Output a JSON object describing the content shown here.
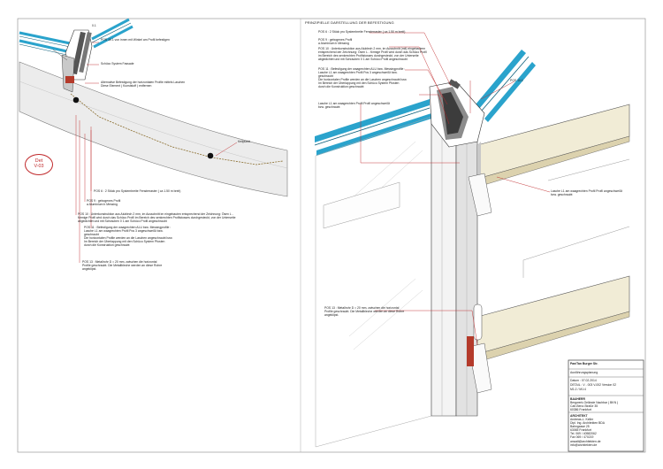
{
  "left_detail": {
    "label_01": "0.1",
    "pos_10_1": "POS 10.1   von innen mit Winkel am Profil befestigen",
    "facade_system": "Schüco System  Fassade",
    "fastening_note": "Alternative Befestigung der horizontalen Profile mittels Laschen\nDiese Element ( Kunststoff ) entfernen",
    "keilpunkt": "Keilpunkt",
    "badge_line1": "Det",
    "badge_line2": "V-03"
  },
  "left_notes": {
    "pos_6": "POS 6 :    2 Stück pro Systembreite Fensterraster ( ca 1.50 m breit)",
    "pos_9": "POS 9 :    gebogenes Profil\n       a Aluminium   b  Messing",
    "pos_10": "POS 10 :    Unterkonstruktion aus Alublech  2 mm, im Ausschnitt im eingebauten entsprechend  der Zeichnung: Ösen L -\n  förmige Profil wird durch das Schüco Profil  im Bereich des senkrechten Profilstosses durchgesteckt, von der Unterseite\n  abgedichtet und mit Schrauben 0 1     am Schüco Profil angeschraubt",
    "pos_11": "POS 11 :    Befestigung  der waagrechten ALU bzw. Messingprofile :\n  Lasche L1  am waagrechten Profil Pos 3  angeschweißt  bzw.\n  geschraubt\n  Die horizontalen Profile werden an die Laschen angeschraubt  bzw.\n  Im Bereich der  Überlappung mit den Schüco System Pfosten\n  durch die Konstruktion  geschraubt",
    "pos_13": "POS 13 :    Metallrohr  D  =  20 mm,   zwischen die horizontal\n  Profile geschraubt. Die Metallbleche  werden an diese Rohre\n  angeklipst."
  },
  "right_notes": {
    "heading": "PRINZIPIELLE DARSTELLUNG DER BEFESTIGUNG",
    "pos_6": "POS 6 :    2 Stück  pro Systembreite Fensterraster  ( ca 1.50 m breit)",
    "pos_9": "POS 9 :    gebogenes Profil\n        a Aluminium   b  Messing",
    "pos_10": "POS 10 :    Unterkonstruktion aus Alublech  2 mm, im Ausschnitt (mit) eingebautem\n  entsprechend  der Zeichnung: Ösen  L - förmige Profil wird durch das Schüco Profil\n  im Bereich des senkrechten Profilstosses  durchgesteckt, von der Unterseite\n  abgedichtet und mit Schrauben 0 1     am Schüco Profil angeschraubt",
    "pos_11": "POS 11 :    Befestigung  der waagrechten ALU bzw. Messingprofile :\n  Lasche L1  am waagrechten Profil Pos 3  angeschweißt  bzw.\n  geschraubt\n  Die horizontalen Profile werden an die Laschen angeschraubt  bzw.\n  Im Bereich der  Überlappung mit den Schüco System Pfosten\n  durch die Konstruktion  geschraubt",
    "pos_10_1": "POS 10.1",
    "lasche_top": "Lasche L1  am waagrechten Profil  Profil angeschweißt\nbzw. geschraubt",
    "lasche_mid": "Lasche L1  am waagrechten Profil  Profil angeschweißt\nbzw. geschraubt",
    "pos_13": "POS 13 :    Metallrohr  D  =  20 mm,   zwischen die horizontal\n  Profile geschraubt. Die Metallbleche  werden an diese Rohre\n  angeklipst."
  },
  "title_block": {
    "office": "Pan/Tan Burger Str.",
    "plan_title": "Ausführungsplanung",
    "date": "Datum :  07.02.2014",
    "detail": "DETAIL :  V - 003      V-002     Version 02",
    "scale": "M1:2 / M1:4",
    "client_head": "BAUHERR",
    "client": "Bergwerk-Gelände Nachbar ( BKN )\nCarl-Benz-Straße 35\n60386 Frankfurt",
    "architect_head": "ARCHITEKT",
    "architect": "Andreas-L. Keller\nDipl. Ing. Architekten BDA\nBahngasse 25\n63065 Frankfurt\nTel. 069 / 40582062\nFax 069 / 470219\nanwalt@architekten.de\ninfo@architekten.de"
  },
  "colors": {
    "glass_blue": "#2aa3cc",
    "leader_red": "#c0282a",
    "panel_beige": "#f1ecd6",
    "wall_gray": "#e9e9e9",
    "profile_dark": "#4a4a4a"
  }
}
